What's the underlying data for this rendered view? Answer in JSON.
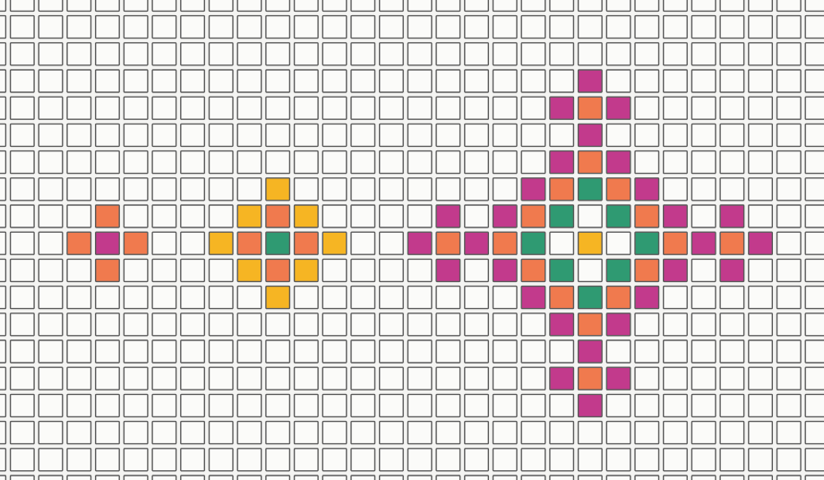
{
  "grid": {
    "cols": 29,
    "rows": 17
  },
  "colors": {
    "orange": "#f07a4e",
    "magenta": "#c23a8c",
    "yellow": "#f6b523",
    "green": "#2f9a72",
    "line": "#5a5a5a",
    "paper": "#fbfbf9"
  },
  "patterns": [
    {
      "id": "small-flower",
      "cells": [
        [
          3,
          7,
          "orange"
        ],
        [
          2,
          8,
          "orange"
        ],
        [
          3,
          8,
          "magenta"
        ],
        [
          4,
          8,
          "orange"
        ],
        [
          3,
          9,
          "orange"
        ]
      ]
    },
    {
      "id": "medium-flower",
      "cells": [
        [
          9,
          6,
          "yellow"
        ],
        [
          8,
          7,
          "yellow"
        ],
        [
          9,
          7,
          "orange"
        ],
        [
          10,
          7,
          "yellow"
        ],
        [
          7,
          8,
          "yellow"
        ],
        [
          8,
          8,
          "orange"
        ],
        [
          9,
          8,
          "green"
        ],
        [
          10,
          8,
          "orange"
        ],
        [
          11,
          8,
          "yellow"
        ],
        [
          8,
          9,
          "yellow"
        ],
        [
          9,
          9,
          "orange"
        ],
        [
          10,
          9,
          "yellow"
        ],
        [
          9,
          10,
          "yellow"
        ]
      ]
    },
    {
      "id": "large-motif",
      "cells": [
        [
          20,
          2,
          "magenta"
        ],
        [
          19,
          3,
          "magenta"
        ],
        [
          20,
          3,
          "orange"
        ],
        [
          21,
          3,
          "magenta"
        ],
        [
          20,
          4,
          "magenta"
        ],
        [
          19,
          5,
          "magenta"
        ],
        [
          20,
          5,
          "orange"
        ],
        [
          21,
          5,
          "magenta"
        ],
        [
          18,
          6,
          "magenta"
        ],
        [
          19,
          6,
          "orange"
        ],
        [
          20,
          6,
          "green"
        ],
        [
          21,
          6,
          "orange"
        ],
        [
          22,
          6,
          "magenta"
        ],
        [
          15,
          7,
          "magenta"
        ],
        [
          17,
          7,
          "magenta"
        ],
        [
          18,
          7,
          "orange"
        ],
        [
          19,
          7,
          "green"
        ],
        [
          21,
          7,
          "green"
        ],
        [
          22,
          7,
          "orange"
        ],
        [
          23,
          7,
          "magenta"
        ],
        [
          25,
          7,
          "magenta"
        ],
        [
          14,
          8,
          "magenta"
        ],
        [
          15,
          8,
          "orange"
        ],
        [
          16,
          8,
          "magenta"
        ],
        [
          17,
          8,
          "orange"
        ],
        [
          18,
          8,
          "green"
        ],
        [
          20,
          8,
          "yellow"
        ],
        [
          22,
          8,
          "green"
        ],
        [
          23,
          8,
          "orange"
        ],
        [
          24,
          8,
          "magenta"
        ],
        [
          25,
          8,
          "orange"
        ],
        [
          26,
          8,
          "magenta"
        ],
        [
          15,
          9,
          "magenta"
        ],
        [
          17,
          9,
          "magenta"
        ],
        [
          18,
          9,
          "orange"
        ],
        [
          19,
          9,
          "green"
        ],
        [
          21,
          9,
          "green"
        ],
        [
          22,
          9,
          "orange"
        ],
        [
          23,
          9,
          "magenta"
        ],
        [
          25,
          9,
          "magenta"
        ],
        [
          18,
          10,
          "magenta"
        ],
        [
          19,
          10,
          "orange"
        ],
        [
          20,
          10,
          "green"
        ],
        [
          21,
          10,
          "orange"
        ],
        [
          22,
          10,
          "magenta"
        ],
        [
          19,
          11,
          "magenta"
        ],
        [
          20,
          11,
          "orange"
        ],
        [
          21,
          11,
          "magenta"
        ],
        [
          20,
          12,
          "magenta"
        ],
        [
          19,
          13,
          "magenta"
        ],
        [
          20,
          13,
          "orange"
        ],
        [
          21,
          13,
          "magenta"
        ],
        [
          20,
          14,
          "magenta"
        ]
      ]
    }
  ]
}
